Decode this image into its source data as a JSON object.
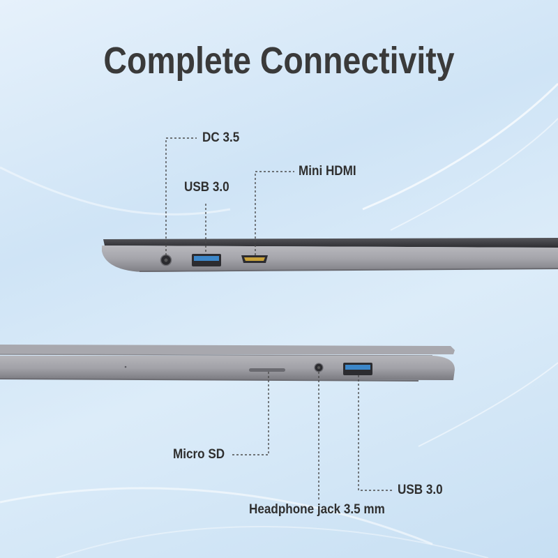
{
  "title": "Complete Connectivity",
  "left_side": {
    "ports": [
      {
        "label": "DC 3.5",
        "icon": "dc-power-port-icon"
      },
      {
        "label": "USB 3.0",
        "icon": "usb-port-icon"
      },
      {
        "label": "Mini HDMI",
        "icon": "hdmi-port-icon"
      }
    ]
  },
  "right_side": {
    "ports": [
      {
        "label": "Micro SD",
        "icon": "sd-card-slot-icon"
      },
      {
        "label": "Headphone jack 3.5 mm",
        "icon": "headphone-jack-icon"
      },
      {
        "label": "USB 3.0",
        "icon": "usb-port-icon"
      }
    ]
  },
  "colors": {
    "background": "#d8eaf8",
    "laptop_body": "#9a9aa0",
    "laptop_lid": "#3a3a3e",
    "usb_blue": "#3c87c9",
    "hdmi_gold": "#c9a23a",
    "text": "#2f2f2f"
  }
}
